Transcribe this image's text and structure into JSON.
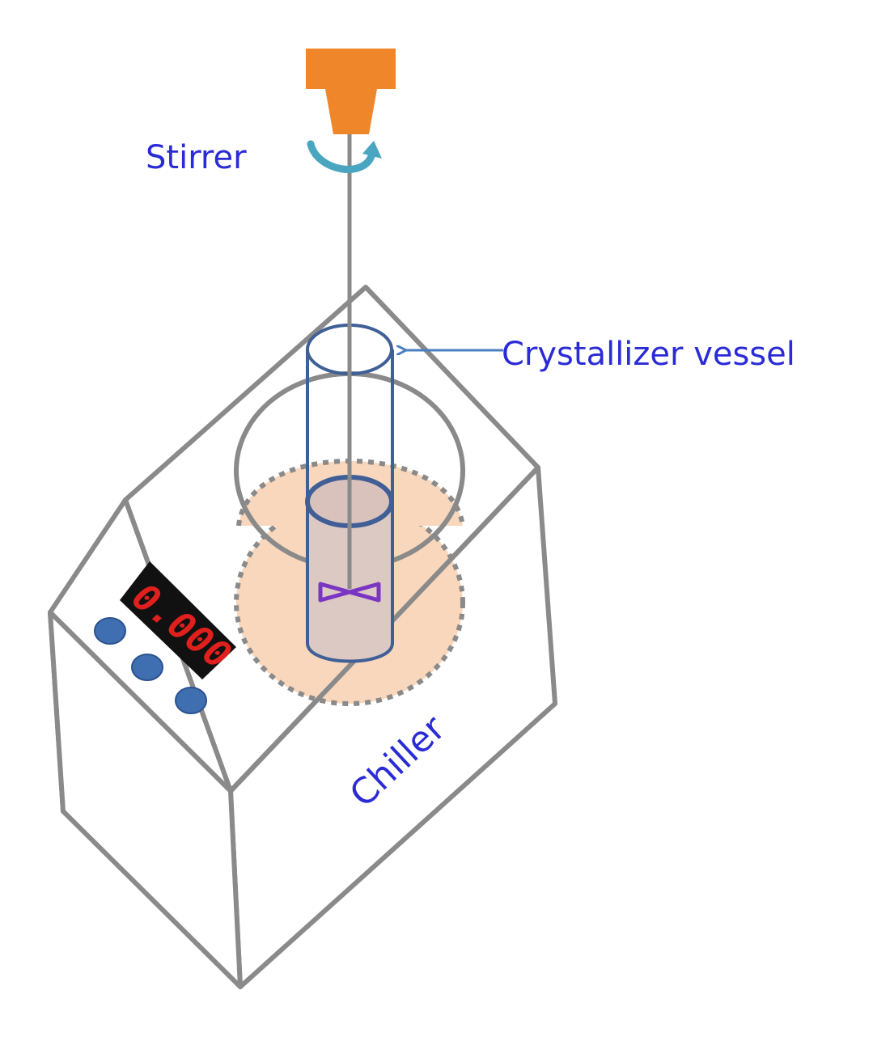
{
  "labels": {
    "stirrer": "Stirrer",
    "vessel": "Crystallizer vessel",
    "chiller": "Chiller"
  },
  "display": {
    "readout": "0.000"
  },
  "colors": {
    "label_text": "#2b2bd6",
    "outline": "#8a8a8a",
    "vessel_outline": "#3f5f96",
    "motor": "#f0862a",
    "bath_fill": "#f9d7bd",
    "liquid_fill": "#dcc9c3",
    "impeller": "#7a35c4",
    "rotation_arrow": "#4aa6c0",
    "pointer_arrow": "#4a7fc0",
    "display_bg": "#111111",
    "display_digits": "#e0201c",
    "button": "#3f6fb0"
  },
  "icons": [
    "motor-icon",
    "rotation-arrow-icon",
    "impeller-icon",
    "control-button-icon"
  ]
}
